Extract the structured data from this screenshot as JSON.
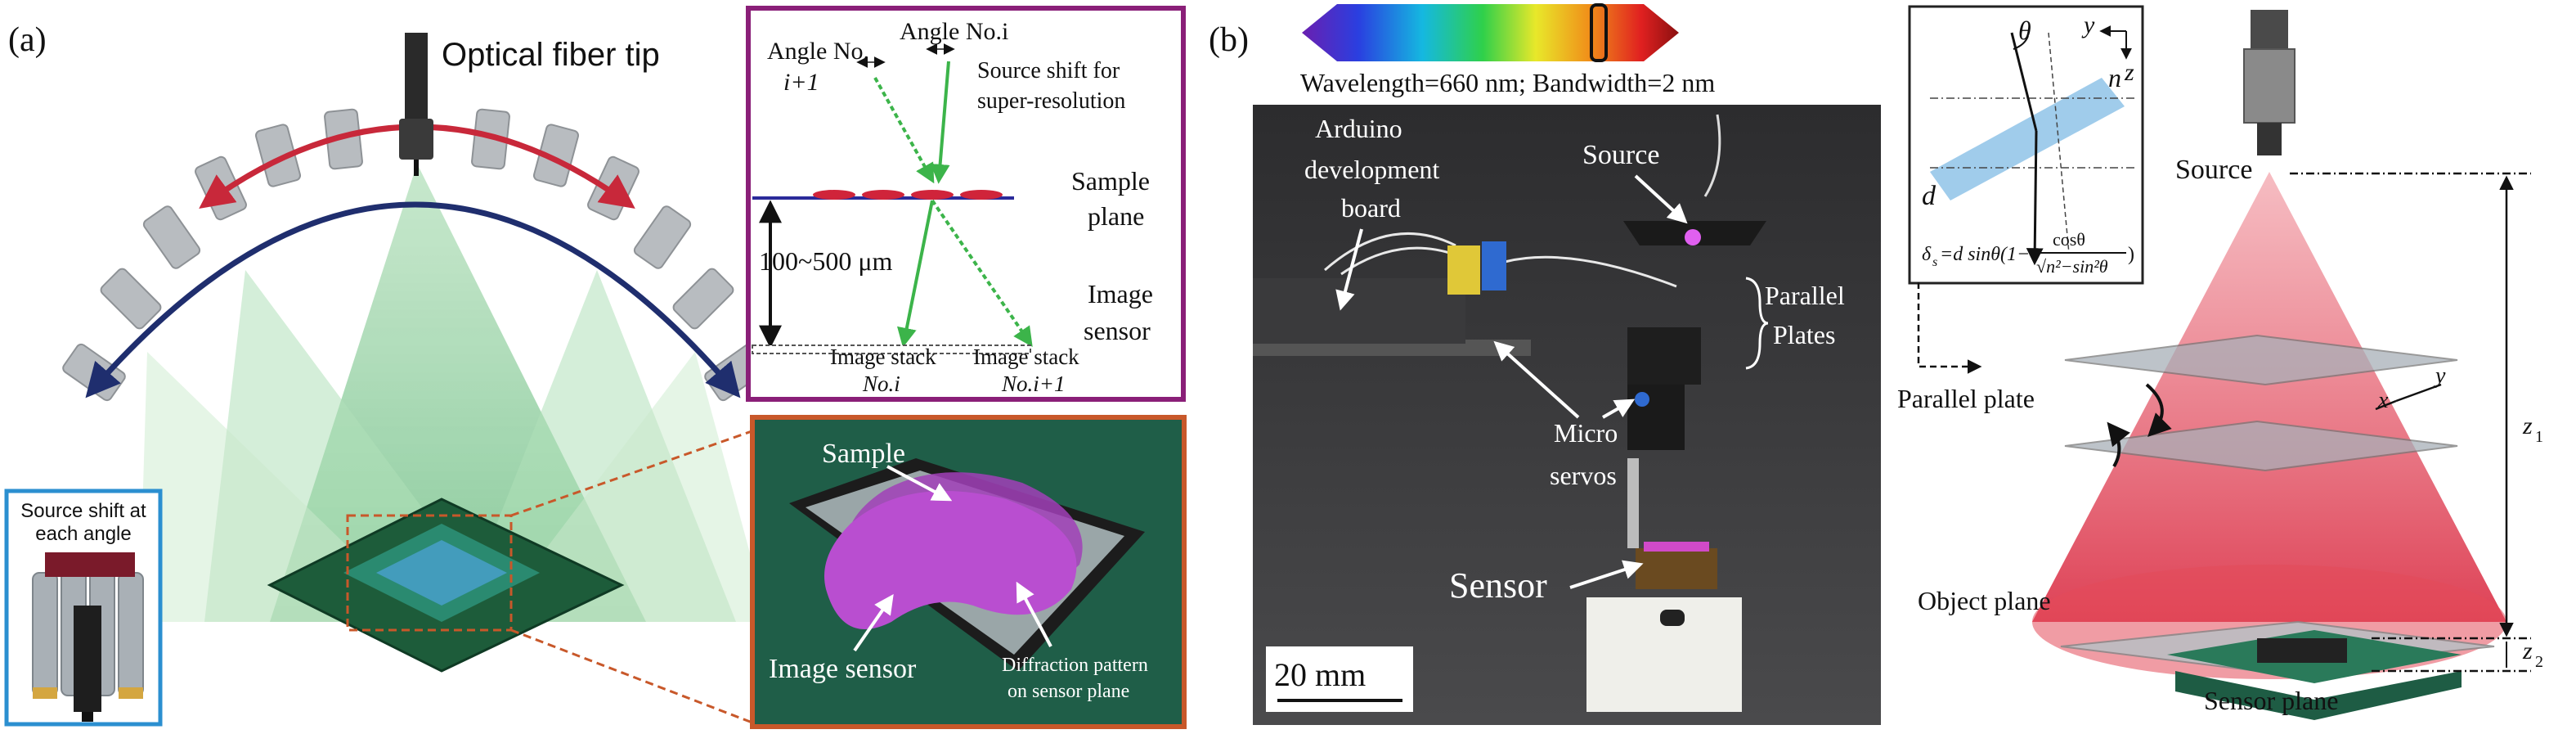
{
  "panel_a": {
    "label": "(a)",
    "fiber_label": "Optical fiber tip",
    "inset_shift_title_1": "Source shift at",
    "inset_shift_title_2": "each angle",
    "angles_box": {
      "angle_i1_line1": "Angle No.",
      "angle_i1_line2": "i+1",
      "angle_i": "Angle No.i",
      "shift_1": "Source shift for",
      "shift_2": "super-resolution",
      "sample_plane_1": "Sample",
      "sample_plane_2": "plane",
      "distance": "100~500 μm",
      "image_sensor_1": "Image",
      "image_sensor_2": "sensor",
      "stack_i_1": "Image stack",
      "stack_i_2": "No.i",
      "stack_i1_1": "Image stack",
      "stack_i1_2": "No.i+1"
    },
    "zoom_box": {
      "sample": "Sample",
      "image_sensor": "Image sensor",
      "diffraction_1": "Diffraction pattern",
      "diffraction_2": "on sensor plane"
    }
  },
  "panel_b": {
    "label": "(b)",
    "spectrum_caption": "Wavelength=660 nm; Bandwidth=2 nm",
    "photo": {
      "arduino_1": "Arduino",
      "arduino_2": "development",
      "arduino_3": "board",
      "source": "Source",
      "parallel_1": "Parallel",
      "parallel_2": "Plates",
      "micro_1": "Micro",
      "micro_2": "servos",
      "sensor": "Sensor",
      "scale": "20 mm"
    },
    "geometry": {
      "theta": "θ",
      "y": "y",
      "z": "z",
      "n": "n",
      "d": "d",
      "formula_lhs": "δ",
      "formula_sub": "s",
      "formula_mid": "=d sinθ(1−",
      "formula_num": "cosθ",
      "formula_den": "√n²−sin²θ",
      "formula_end": ")"
    },
    "schematic": {
      "source": "Source",
      "parallel_plate": "Parallel plate",
      "object_plane": "Object plane",
      "sensor_plane": "Sensor plane",
      "axis_y": "y",
      "axis_x": "x",
      "z1": "z",
      "z1_sub": "1",
      "z2": "z",
      "z2_sub": "2"
    }
  },
  "colors": {
    "magenta_frame": "#8a1f78",
    "orange_frame": "#c8582a",
    "blue_frame": "#2b8fd0",
    "red_arc": "#c8283a",
    "navy_arc": "#1f2e6e",
    "cone_red": "#e03848"
  }
}
